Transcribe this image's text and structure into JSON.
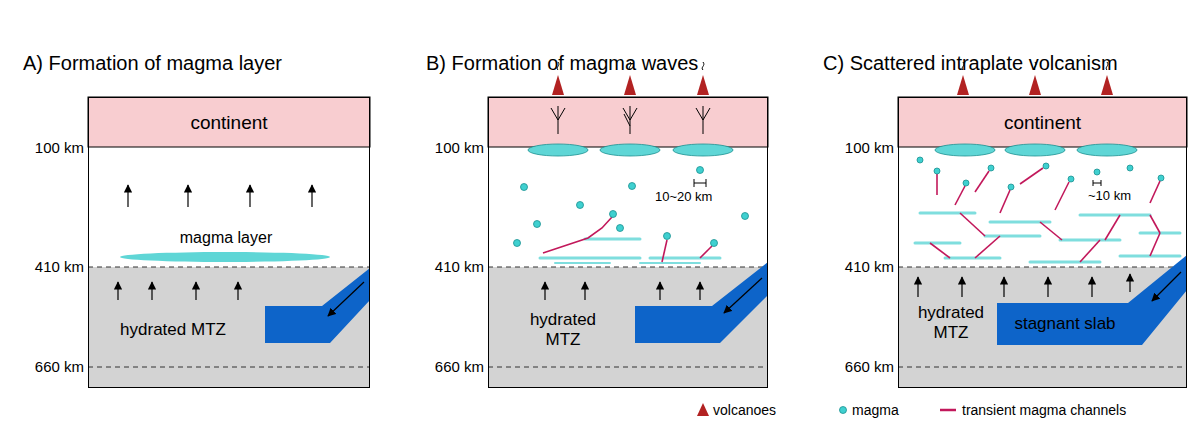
{
  "diagram": {
    "nodes": [
      {
        "text": [
          "A) Formation of magma layer"
        ]
      },
      {
        "text": [
          "continent"
        ],
        "in": 0
      },
      {
        "text": [
          "magma layer"
        ],
        "in": 0
      },
      {
        "text": [
          "hydrated MTZ"
        ],
        "in": 0
      },
      {
        "text": [
          "B) Formation of magma waves"
        ]
      },
      {
        "text": [
          "hydrated MTZ"
        ],
        "in": 4
      },
      {
        "text": [
          "C) Scattered intraplate volcanism"
        ]
      },
      {
        "text": [
          "continent"
        ],
        "in": 6
      },
      {
        "text": [
          "hydrated MTZ"
        ],
        "in": 6
      },
      {
        "text": [
          "stagnant slab"
        ],
        "in": 8
      }
    ],
    "labels": [
      "100 km",
      "410 km",
      "660 km",
      "100 km",
      "410 km",
      "660 km",
      "100 km",
      "410 km",
      "660 km",
      "10~20 km",
      "~10 km"
    ],
    "legend": [
      {
        "text": "volcanoes"
      },
      {
        "text": "magma"
      },
      {
        "text": "transient magma channels"
      }
    ]
  }
}
